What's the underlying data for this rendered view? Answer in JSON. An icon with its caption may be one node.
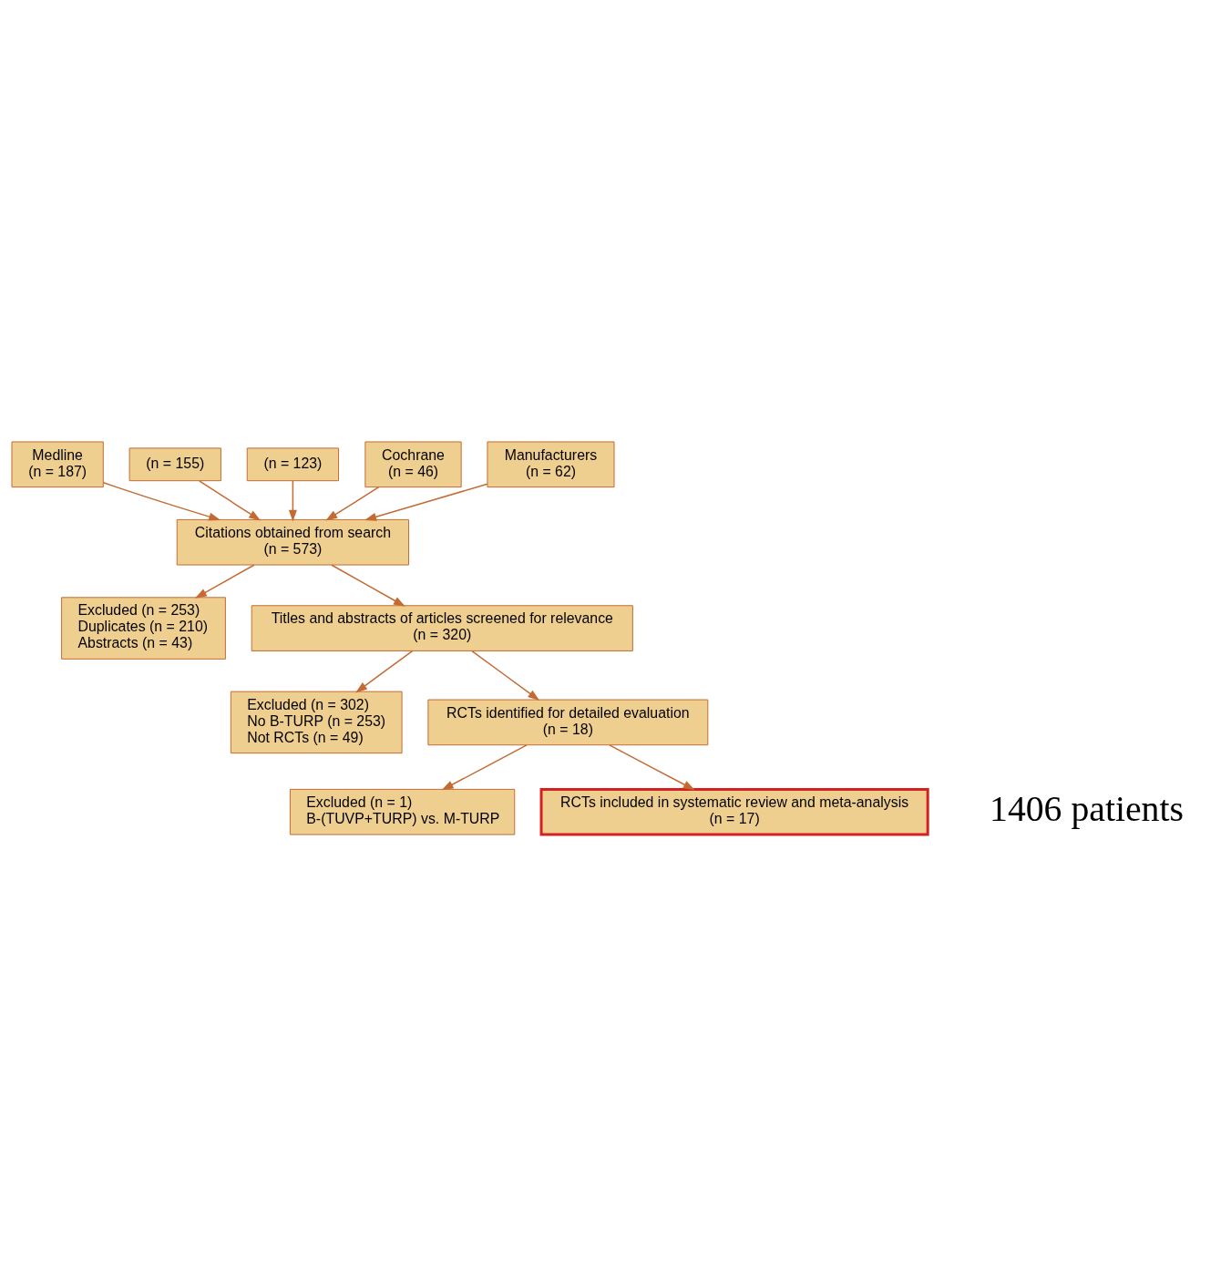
{
  "diagram": {
    "nodes": [
      {
        "text": [
          "Medline",
          "(n = 187)"
        ]
      },
      {
        "text": [
          "(n = 155)"
        ]
      },
      {
        "text": [
          "(n = 123)"
        ]
      },
      {
        "text": [
          "Cochrane",
          "(n = 46)"
        ]
      },
      {
        "text": [
          "Manufacturers",
          "(n = 62)"
        ]
      },
      {
        "text": [
          "Citations obtained from search",
          "(n = 573)"
        ]
      },
      {
        "text": [
          "Excluded (n = 253)",
          "Duplicates (n = 210)",
          "Abstracts (n = 43)"
        ]
      },
      {
        "text": [
          "Titles and abstracts of articles screened for relevance",
          "(n = 320)"
        ]
      },
      {
        "text": [
          "Excluded (n = 302)",
          "No B-TURP (n = 253)",
          "Not RCTs (n = 49)"
        ]
      },
      {
        "text": [
          "RCTs identified for detailed evaluation",
          "(n = 18)"
        ]
      },
      {
        "text": [
          "Excluded (n = 1)",
          "B-(TUVP+TURP) vs. M-TURP"
        ]
      },
      {
        "text": [
          "RCTs included in systematic review and meta-analysis",
          "(n = 17)"
        ],
        "beside": [
          "1406 patients"
        ]
      }
    ],
    "edges": [
      {
        "from": 0,
        "to": 5,
        "arrow": "to"
      },
      {
        "from": 1,
        "to": 5,
        "arrow": "to"
      },
      {
        "from": 2,
        "to": 5,
        "arrow": "to"
      },
      {
        "from": 3,
        "to": 5,
        "arrow": "to"
      },
      {
        "from": 4,
        "to": 5,
        "arrow": "to"
      },
      {
        "from": 5,
        "to": 6,
        "arrow": "to"
      },
      {
        "from": 5,
        "to": 7,
        "arrow": "to"
      },
      {
        "from": 7,
        "to": 8,
        "arrow": "to"
      },
      {
        "from": 7,
        "to": 9,
        "arrow": "to"
      },
      {
        "from": 9,
        "to": 10,
        "arrow": "to"
      },
      {
        "from": 9,
        "to": 11,
        "arrow": "to"
      }
    ]
  }
}
